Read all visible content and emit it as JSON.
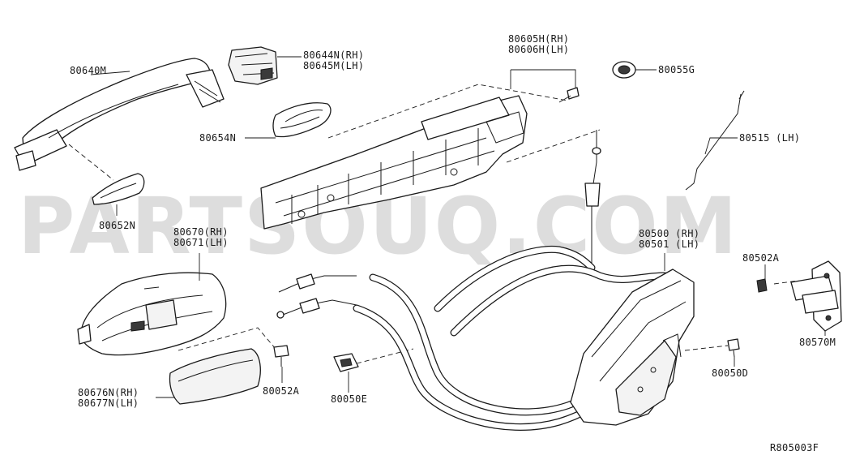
{
  "watermark": "PARTSOUQ.COM",
  "figure_code": "R805003F",
  "callouts": [
    {
      "id": "80640M",
      "lines": [
        "80640M"
      ]
    },
    {
      "id": "80644N",
      "lines": [
        "80644N(RH)",
        "80645M(LH)"
      ]
    },
    {
      "id": "80605H",
      "lines": [
        "80605H(RH)",
        "80606H(LH)"
      ]
    },
    {
      "id": "80055G",
      "lines": [
        "80055G"
      ]
    },
    {
      "id": "80654N",
      "lines": [
        "80654N"
      ]
    },
    {
      "id": "80515",
      "lines": [
        "80515 (LH)"
      ]
    },
    {
      "id": "80652N",
      "lines": [
        "80652N"
      ]
    },
    {
      "id": "80670",
      "lines": [
        "80670(RH)",
        "80671(LH)"
      ]
    },
    {
      "id": "80500",
      "lines": [
        "80500 (RH)",
        "80501 (LH)"
      ]
    },
    {
      "id": "80502A",
      "lines": [
        "80502A"
      ]
    },
    {
      "id": "80570M",
      "lines": [
        "80570M"
      ]
    },
    {
      "id": "80050D",
      "lines": [
        "80050D"
      ]
    },
    {
      "id": "80676N",
      "lines": [
        "80676N(RH)",
        "80677N(LH)"
      ]
    },
    {
      "id": "80052A",
      "lines": [
        "80052A"
      ]
    },
    {
      "id": "80050E",
      "lines": [
        "80050E"
      ]
    }
  ]
}
